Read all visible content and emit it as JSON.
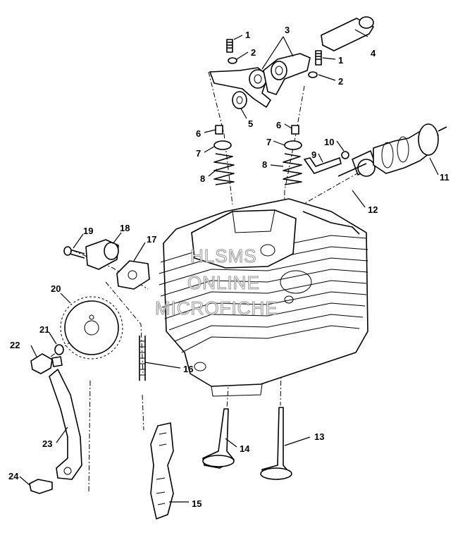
{
  "watermark": {
    "line1": "HLSMS",
    "line2": "ONLINE",
    "line3": "MICROFICHE"
  },
  "callouts": {
    "c1a": "1",
    "c2a": "2",
    "c3": "3",
    "c1b": "1",
    "c2b": "2",
    "c4": "4",
    "c5": "5",
    "c6a": "6",
    "c6b": "6",
    "c7a": "7",
    "c7b": "7",
    "c8a": "8",
    "c8b": "8",
    "c9": "9",
    "c10": "10",
    "c11": "11",
    "c12": "12",
    "c13": "13",
    "c14": "14",
    "c15": "15",
    "c16": "16",
    "c17": "17",
    "c18": "18",
    "c19": "19",
    "c20": "20",
    "c21": "21",
    "c22": "22",
    "c23": "23",
    "c24": "24"
  }
}
